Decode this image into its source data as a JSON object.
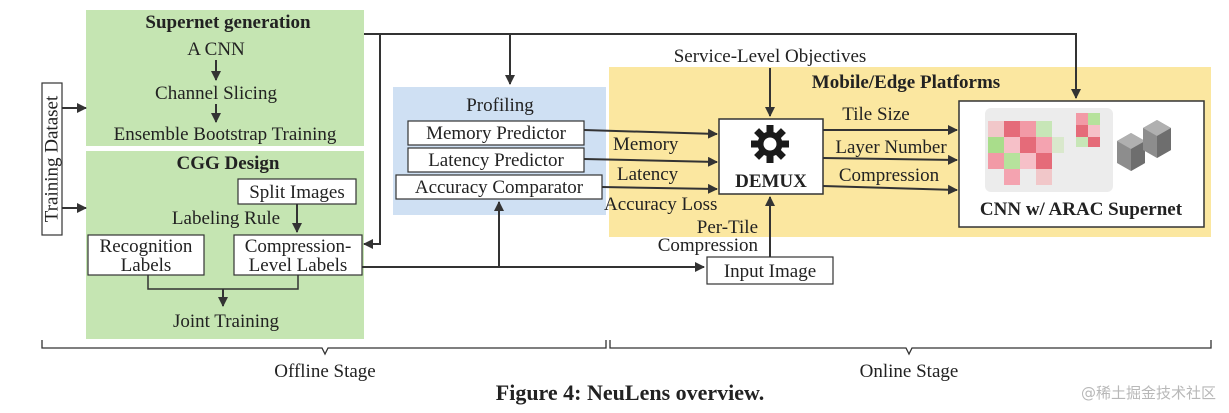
{
  "offline": {
    "training_dataset": "Training Dataset",
    "supernet_generation": {
      "title": "Supernet generation",
      "step1": "A CNN",
      "step2": "Channel Slicing",
      "step3": "Ensemble Bootstrap Training"
    },
    "cgg_design": {
      "title": "CGG Design",
      "split_images": "Split Images",
      "labeling_rule": "Labeling Rule",
      "recognition_labels_line1": "Recognition",
      "recognition_labels_line2": "Labels",
      "compression_labels_line1": "Compression-",
      "compression_labels_line2": "Level Labels",
      "joint_training": "Joint Training"
    },
    "profiling": {
      "title": "Profiling",
      "memory_predictor": "Memory Predictor",
      "latency_predictor": "Latency Predictor",
      "accuracy_comparator": "Accuracy Comparator"
    }
  },
  "online": {
    "service_level_objectives": "Service-Level Objectives",
    "platform_title": "Mobile/Edge Platforms",
    "memory": "Memory",
    "latency": "Latency",
    "accuracy_loss": "Accuracy Loss",
    "per_tile_line1": "Per-Tile",
    "per_tile_line2": "Compression",
    "demux": "DEMUX",
    "tile_size": "Tile Size",
    "layer_number": "Layer Number",
    "compression": "Compression",
    "supernet_label": "CNN w/ ARAC Supernet",
    "input_image": "Input Image"
  },
  "stages": {
    "offline": "Offline Stage",
    "online": "Online Stage"
  },
  "caption": "Figure 4: NeuLens overview.",
  "watermark": "@稀土掘金技术社区",
  "colors": {
    "green_panel": "#c5e5b2",
    "blue_panel": "#cfe0f3",
    "yellow_panel": "#fbe7a0",
    "arrow": "#333333"
  }
}
